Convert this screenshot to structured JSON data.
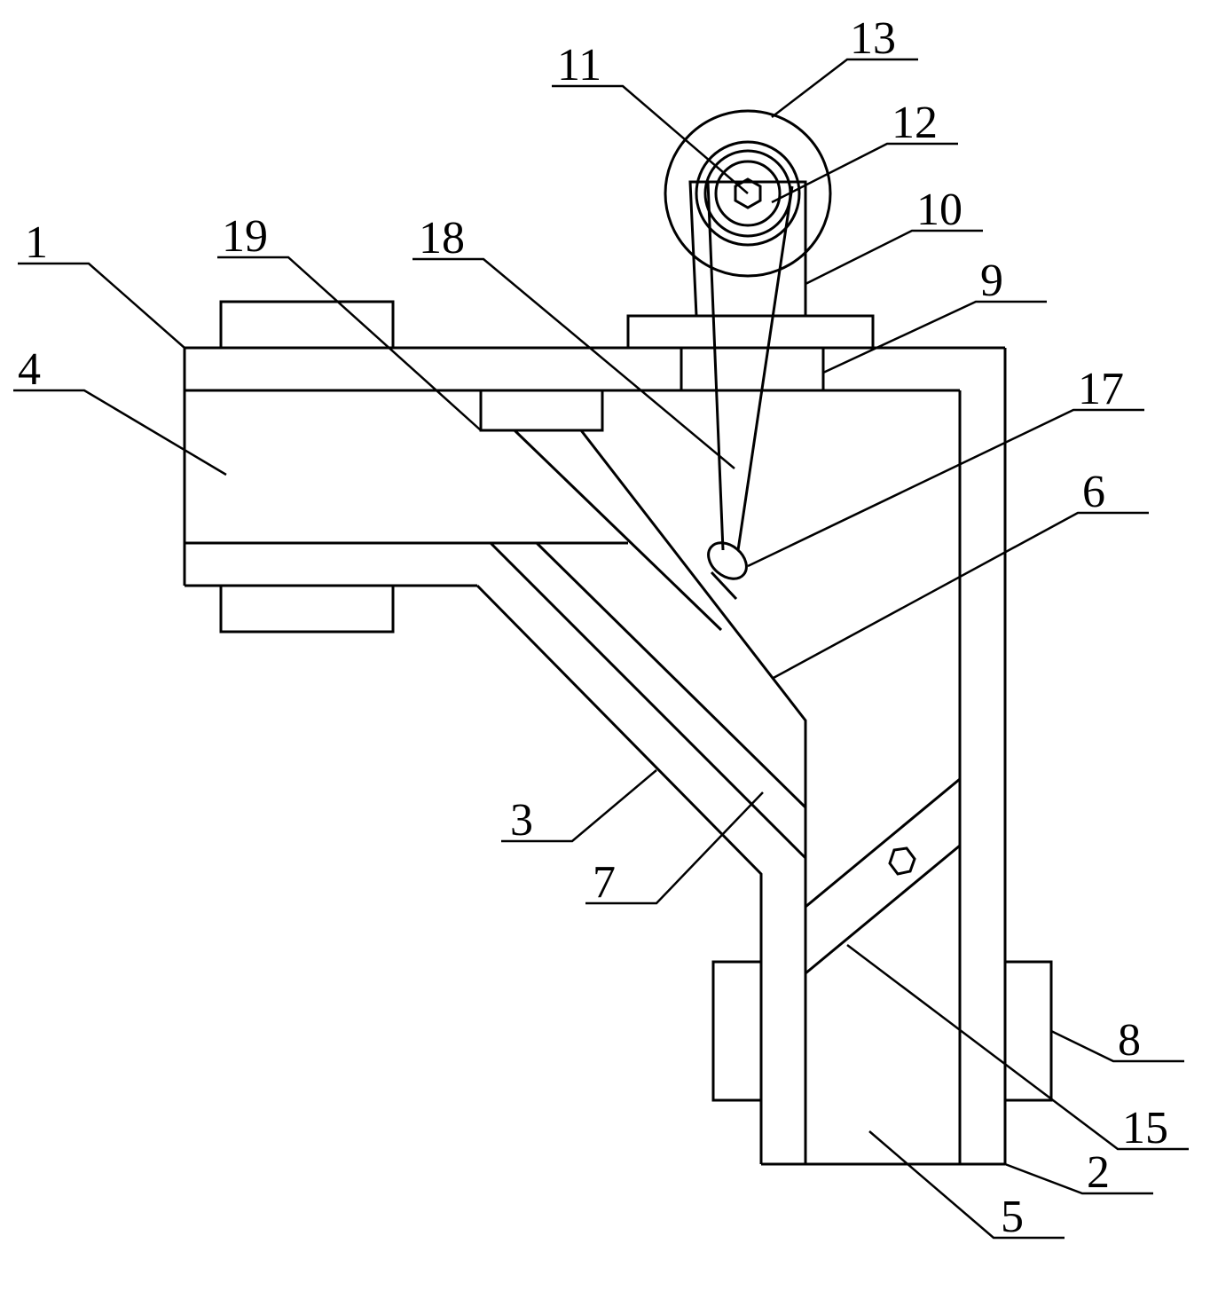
{
  "labels": {
    "l1": "1",
    "l2": "2",
    "l3": "3",
    "l4": "4",
    "l5": "5",
    "l6": "6",
    "l7": "7",
    "l8": "8",
    "l9": "9",
    "l10": "10",
    "l11": "11",
    "l12": "12",
    "l13": "13",
    "l15": "15",
    "l17": "17",
    "l18": "18",
    "l19": "19"
  }
}
